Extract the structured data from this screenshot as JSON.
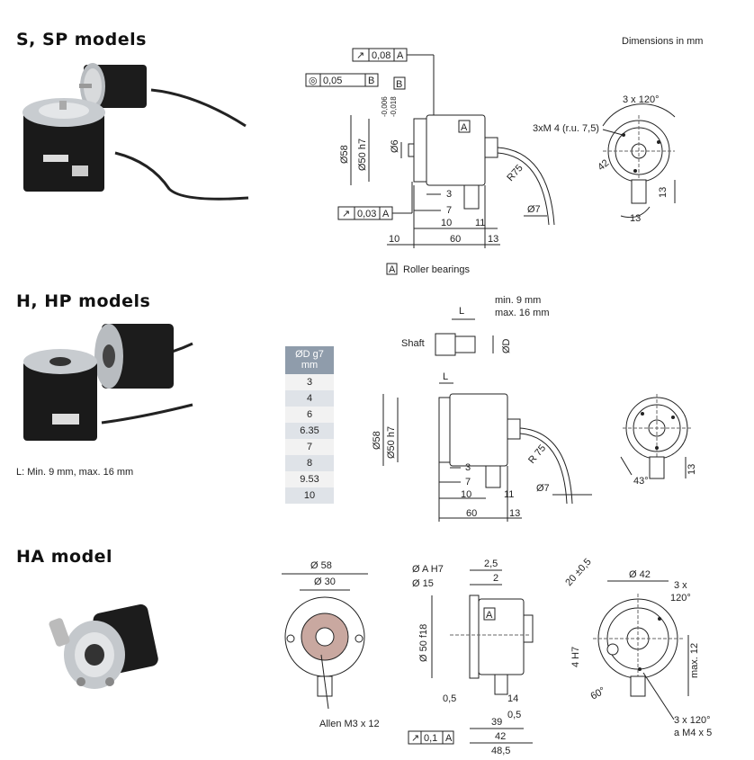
{
  "sections": {
    "s": {
      "title": "S, SP models"
    },
    "h": {
      "title": "H, HP models",
      "note": "L: Min. 9 mm, max. 16 mm"
    },
    "ha": {
      "title": "HA model"
    }
  },
  "dimensions_note": "Dimensions in mm",
  "s_drawing": {
    "tol_runout": "0,08",
    "tol_runout_ref": "A",
    "tol_concentric": "0,05",
    "tol_concentric_ref": "B",
    "datum_b": "B",
    "datum_a": "A",
    "shaft_tol_upper": "-0,006",
    "shaft_tol_lower": "-0,018",
    "d58": "Ø58",
    "d50": "Ø50 h7",
    "d6": "Ø6",
    "tol_face": "0,03",
    "tol_face_ref": "A",
    "l3": "3",
    "l7": "7",
    "l10a": "10",
    "l11": "11",
    "l10b": "10",
    "l60": "60",
    "l13": "13",
    "r75": "R75",
    "d7": "Ø7",
    "holes": "3 x 120°",
    "thread": "3xM 4 (r.u. 7,5)",
    "d42": "42",
    "side13a": "13",
    "side13b": "13",
    "roller_key": "A",
    "roller_label": "Roller bearings"
  },
  "h_drawing": {
    "l_label": "L",
    "l_min": "min. 9 mm",
    "l_max": "max. 16 mm",
    "shaft_label": "Shaft",
    "d_label": "ØD",
    "l_body": "L",
    "d58": "Ø58",
    "d50": "Ø50 h7",
    "l3": "3",
    "l7": "7",
    "l10": "10",
    "l11": "11",
    "l60": "60",
    "l13": "13",
    "r75": "R 75",
    "d7": "Ø7",
    "angle": "43°",
    "side13": "13"
  },
  "shaft_table": {
    "header_line1": "ØD g7",
    "header_line2": "mm",
    "rows": [
      "3",
      "4",
      "6",
      "6.35",
      "7",
      "8",
      "9.53",
      "10"
    ]
  },
  "ha_drawing": {
    "d58": "Ø 58",
    "d30": "Ø 30",
    "allen": "Allen M3 x 12",
    "dAH7": "Ø A H7",
    "d15": "Ø 15",
    "d50f18": "Ø 50 f18",
    "l25": "2,5",
    "l2": "2",
    "datum": "A",
    "l05a": "0,5",
    "l14": "14",
    "l39": "39",
    "l05b": "0,5",
    "l42": "42",
    "l485": "48,5",
    "tol": "0,1",
    "tol_ref": "A",
    "d42": "Ø 42",
    "pm": "20 ±0,5",
    "holes_a": "3 x",
    "holes_b": "120°",
    "h7": "4 H7",
    "max12": "max. 12",
    "ang60": "60°",
    "holes3": "3 x 120°",
    "m4": "a M4 x 5"
  }
}
